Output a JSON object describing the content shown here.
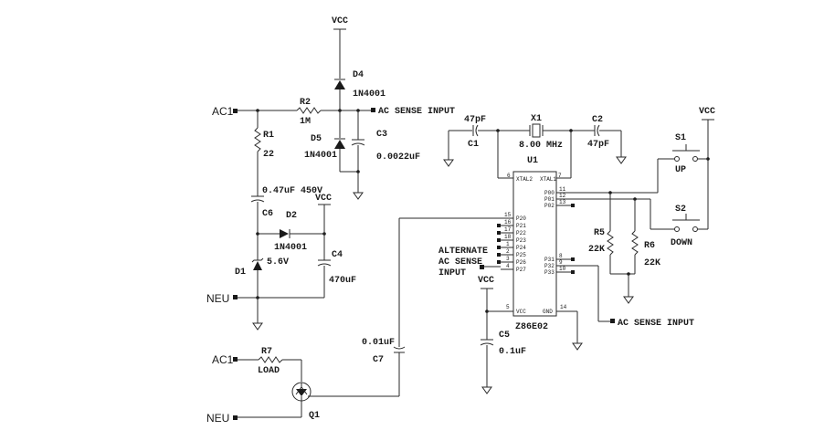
{
  "nets": {
    "ac1_top": "AC1",
    "neu_mid": "NEU",
    "ac1_bot": "AC1",
    "neu_bot": "NEU",
    "ac_sense_input_1": "AC SENSE INPUT",
    "ac_sense_input_2": "AC SENSE INPUT",
    "alternate": [
      "ALTERNATE",
      "AC SENSE",
      "INPUT"
    ],
    "vcc_top": "VCC",
    "vcc_c6": "VCC",
    "vcc_c5": "VCC",
    "vcc_sw": "VCC"
  },
  "components": {
    "r1": {
      "ref": "R1",
      "value": "22"
    },
    "r2": {
      "ref": "R2",
      "value": "1M"
    },
    "r5": {
      "ref": "R5",
      "value": "22K"
    },
    "r6": {
      "ref": "R6",
      "value": "22K"
    },
    "r7": {
      "ref": "R7",
      "value": "LOAD"
    },
    "d1": {
      "ref": "D1",
      "value": "5.6V"
    },
    "d2": {
      "ref": "D2",
      "value": "1N4001"
    },
    "d4": {
      "ref": "D4",
      "value": "1N4001"
    },
    "d5": {
      "ref": "D5",
      "value": "1N4001"
    },
    "c1": {
      "ref": "C1",
      "value": "47pF"
    },
    "c2": {
      "ref": "C2",
      "value": "47pF"
    },
    "c3": {
      "ref": "C3",
      "value": "0.0022uF"
    },
    "c4": {
      "ref": "C4",
      "value": "470uF"
    },
    "c5": {
      "ref": "C5",
      "value": "0.1uF"
    },
    "c6": {
      "ref": "C6",
      "value": "0.47uF 450V"
    },
    "c7": {
      "ref": "C7",
      "value": "0.01uF"
    },
    "x1": {
      "ref": "X1",
      "value": "8.00 MHz"
    },
    "s1": {
      "ref": "S1",
      "value": "UP"
    },
    "s2": {
      "ref": "S2",
      "value": "DOWN"
    },
    "q1": {
      "ref": "Q1"
    },
    "u1": {
      "ref": "U1",
      "part": "Z86E02"
    }
  },
  "u1_pins": {
    "xtal2": {
      "name": "XTAL2",
      "num": "6"
    },
    "xtal1": {
      "name": "XTAL1",
      "num": "7"
    },
    "p20": {
      "name": "P20",
      "num": "15"
    },
    "p21": {
      "name": "P21",
      "num": "16"
    },
    "p22": {
      "name": "P22",
      "num": "17"
    },
    "p23": {
      "name": "P23",
      "num": "18"
    },
    "p24": {
      "name": "P24",
      "num": "1"
    },
    "p25": {
      "name": "P25",
      "num": "2"
    },
    "p26": {
      "name": "P26",
      "num": "3"
    },
    "p27": {
      "name": "P27",
      "num": "4"
    },
    "vcc": {
      "name": "VCC",
      "num": "5"
    },
    "p00": {
      "name": "P00",
      "num": "11"
    },
    "p01": {
      "name": "P01",
      "num": "12"
    },
    "p02": {
      "name": "P02",
      "num": "13"
    },
    "p31": {
      "name": "P31",
      "num": "8"
    },
    "p32": {
      "name": "P32",
      "num": "9"
    },
    "p33": {
      "name": "P33",
      "num": "10"
    },
    "gnd": {
      "name": "GND",
      "num": "14"
    }
  }
}
